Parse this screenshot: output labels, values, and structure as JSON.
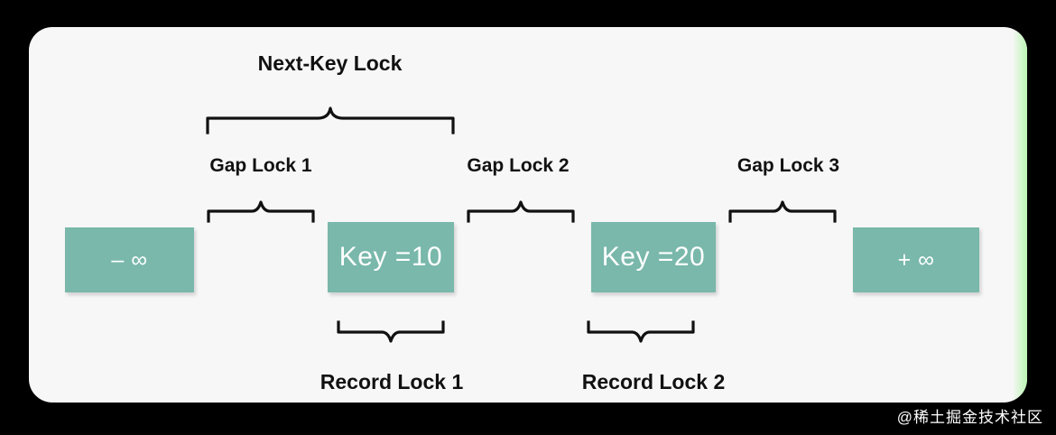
{
  "diagram": {
    "title_label": "Next-Key Lock",
    "gap_locks": [
      {
        "label": "Gap Lock 1"
      },
      {
        "label": "Gap Lock 2"
      },
      {
        "label": "Gap Lock 3"
      }
    ],
    "record_locks": [
      {
        "label": "Record Lock 1"
      },
      {
        "label": "Record Lock 2"
      }
    ],
    "boxes": [
      {
        "label": "– ∞",
        "kind": "sentinel-negative-infinity"
      },
      {
        "label": "Key =10",
        "kind": "key-record"
      },
      {
        "label": "Key =20",
        "kind": "key-record"
      },
      {
        "label": "+ ∞",
        "kind": "sentinel-positive-infinity"
      }
    ]
  },
  "colors": {
    "box_fill": "#79b8ab",
    "box_text": "#ffffff",
    "card_background": "#f7f7f7",
    "page_background": "#000000",
    "accent_edge": "#c9f5c2",
    "label_text": "#111111"
  },
  "watermark": {
    "text": "@稀土掘金技术社区"
  }
}
